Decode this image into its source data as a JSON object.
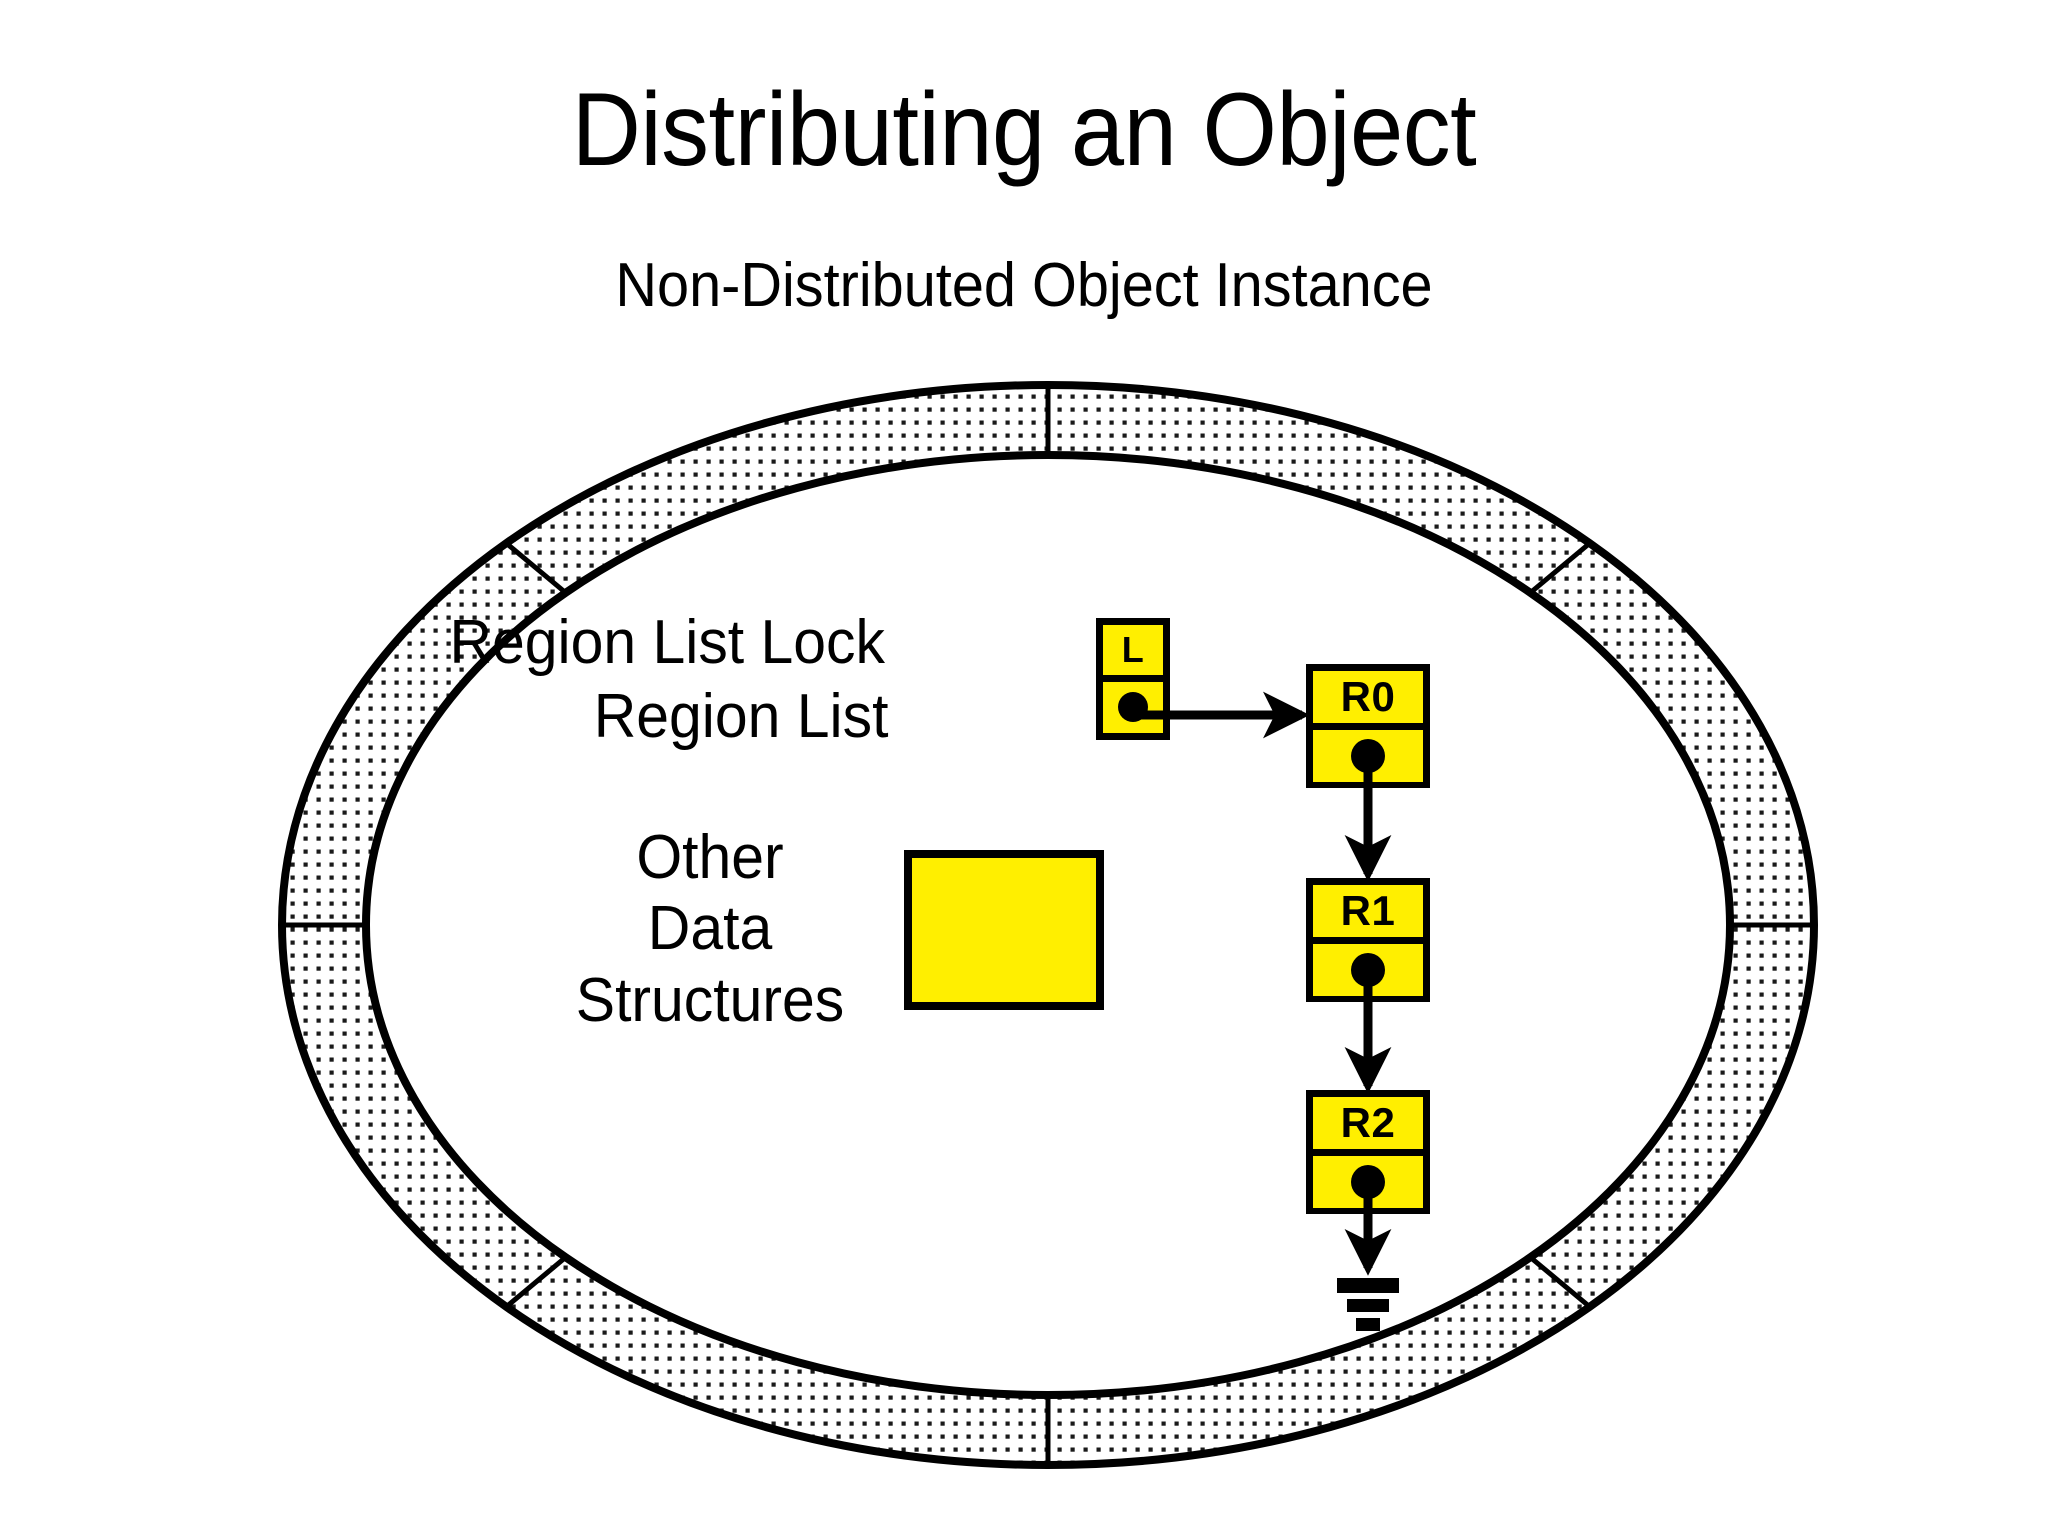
{
  "slide": {
    "title": "Distributing an Object",
    "subtitle": "Non-Distributed Object Instance",
    "background_color": "#ffffff"
  },
  "colors": {
    "node_fill": "#ffef00",
    "stroke": "#000000",
    "ring_fill_pattern": "stippled-dots",
    "text": "#000000"
  },
  "boundary": {
    "name": "object-instance-boundary",
    "shape": "ellipse-ring",
    "segment_count": 8,
    "segment_divider_angles_deg": [
      0,
      45,
      90,
      135,
      180,
      225,
      270,
      315
    ]
  },
  "labels": {
    "region_list_lock": "Region List Lock",
    "region_list": "Region List",
    "other_data_line1": "Other",
    "other_data_line2": "Data",
    "other_data_line3": "Structures"
  },
  "lock_node": {
    "name": "region-list-lock-node",
    "label": "L",
    "pointer_cell": "region-list-head-pointer"
  },
  "region_nodes": [
    {
      "id": "region-0",
      "label": "R0",
      "next": "region-1"
    },
    {
      "id": "region-1",
      "label": "R1",
      "next": "region-2"
    },
    {
      "id": "region-2",
      "label": "R2",
      "next": "null-ground"
    }
  ],
  "other_data_structures": {
    "name": "other-data-structures-block",
    "shape": "rectangle",
    "fill": "#ffef00"
  },
  "terminator": {
    "name": "null-ground-symbol",
    "meaning": "NULL"
  }
}
